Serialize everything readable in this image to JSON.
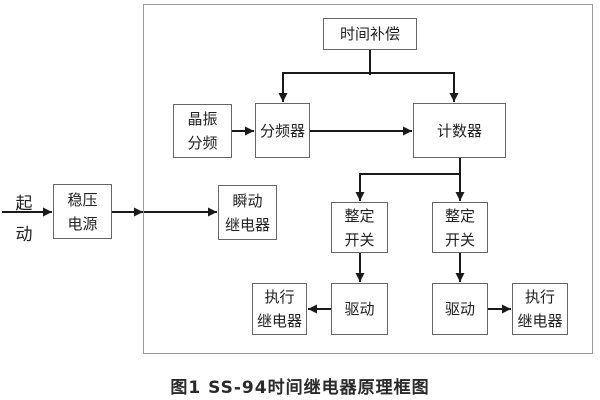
{
  "diagram": {
    "caption": "图1 SS-94时间继电器原理框图",
    "start_label": {
      "line1": "起",
      "line2": "动"
    },
    "boxes": {
      "time_compensation": "时间补偿",
      "crystal_divider": "晶振\n分频",
      "frequency_divider": "分频器",
      "counter": "计数器",
      "regulated_power": "稳压\n电源",
      "instant_relay": "瞬动\n继电器",
      "setting_switch_left": "整定\n开关",
      "setting_switch_right": "整定\n开关",
      "drive_left": "驱动",
      "drive_right": "驱动",
      "exec_relay_left": "执行\n继电器",
      "exec_relay_right": "执行\n继电器"
    },
    "colors": {
      "connector_line": "#1a1a1a",
      "box_border": "#666666",
      "outer_frame_border": "#9a9a9a",
      "text": "#222222",
      "background": "#ffffff"
    }
  }
}
